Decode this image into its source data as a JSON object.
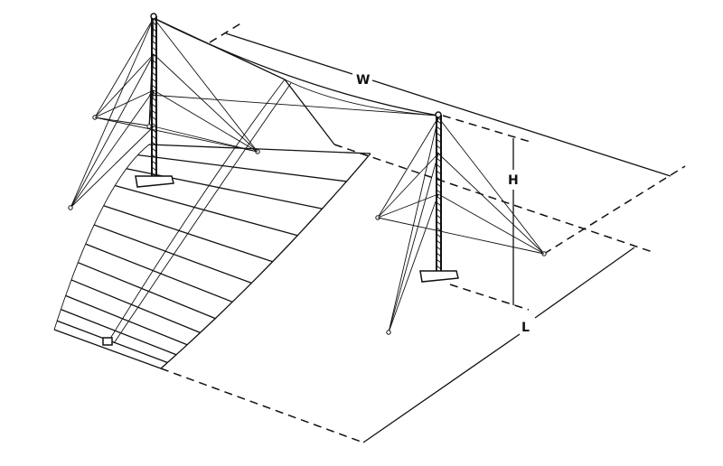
{
  "diagram": {
    "labels": {
      "width": "W",
      "height": "H",
      "length": "L"
    },
    "colors": {
      "ink": "#111111",
      "background": "#ffffff"
    }
  }
}
